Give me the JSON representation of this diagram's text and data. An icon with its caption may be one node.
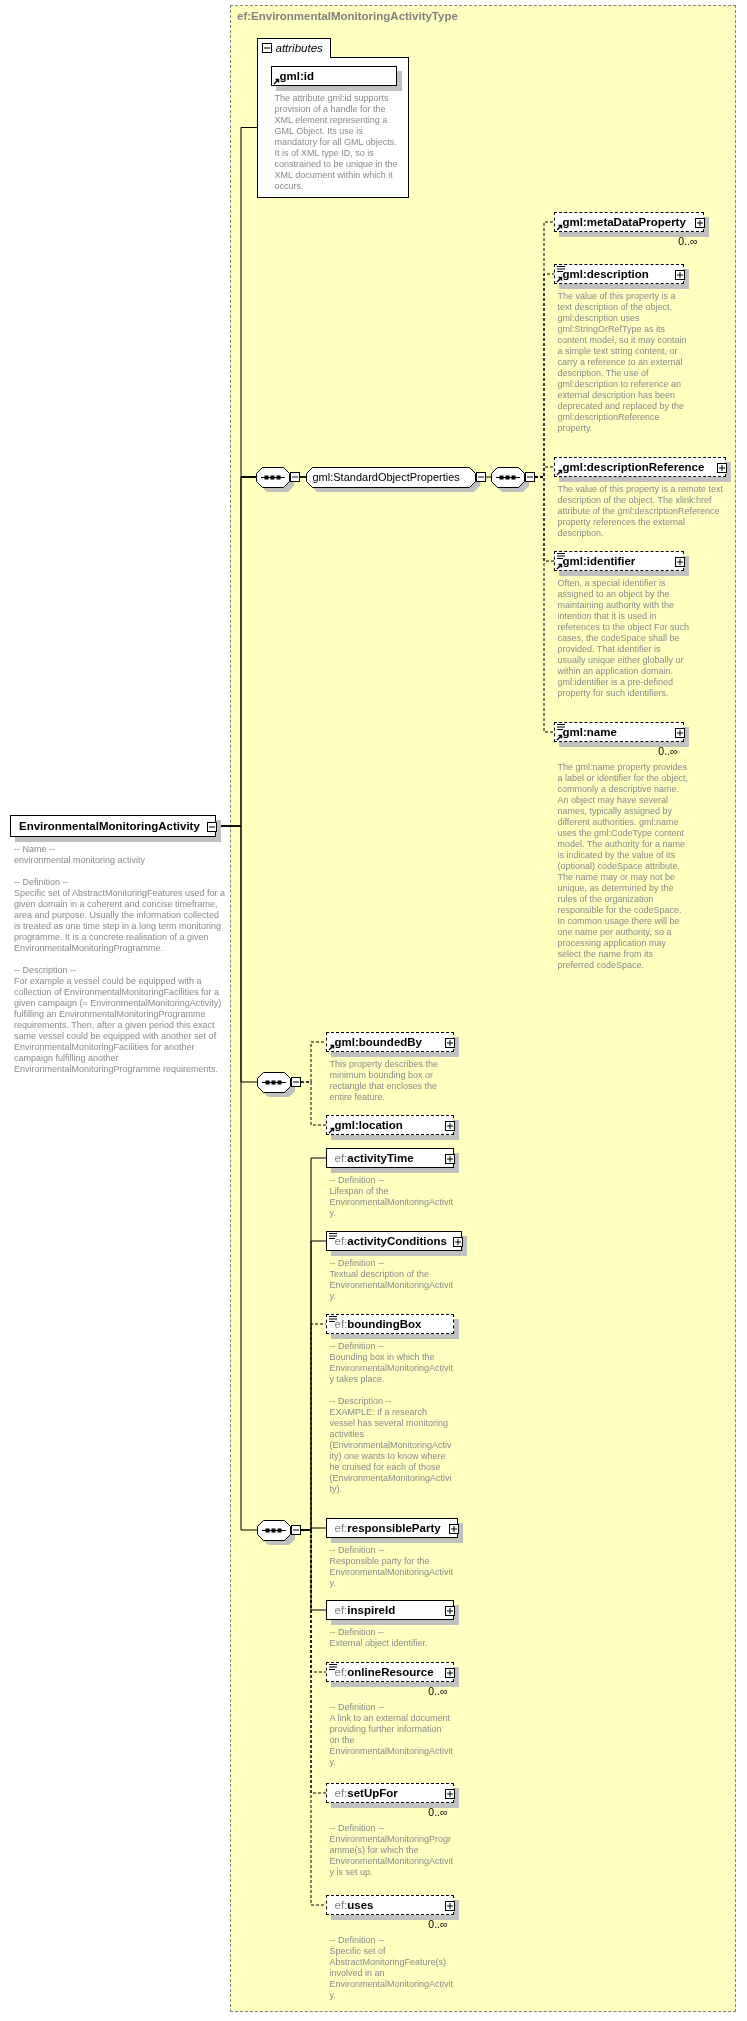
{
  "diagram": {
    "nodes": [
      {
        "text": [
          "EnvironmentalMonitoringActivity"
        ],
        "beside": [
          "-- Name --",
          "environmental monitoring activity",
          "-- Definition --",
          "Specific set of AbstractMonitoringFeatures used for a given domain in a coherent and concise timeframe, area and purpose. Usually the information collected is treated as one time step in a long term monitoring programme. It is a concrete realisation of a given EnvironmentalMonitoringProgramme.",
          "-- Description --",
          "For example a vessel could be equipped with a collection of EnvironmentalMonitoringFacilities for a given campaign (= EnvironmentalMonitoringActivity) fulfilling an EnvironmentalMonitoringProgramme requirements. Then, after a given period this exact same vessel could be equipped with another set of EnvironmentalMonitoringFacilities for another campaign fulfilling another EnvironmentalMonitoringProgramme requirements."
        ]
      },
      {
        "text": [
          "ef:EnvironmentalMonitoringActivityType"
        ]
      },
      {
        "text": [
          "attributes"
        ],
        "in": 1
      },
      {
        "text": [
          "gml:id"
        ],
        "in": 2,
        "beside": [
          "The attribute gml:id supports provision of a handle for the XML element representing a GML Object. Its use is mandatory for all GML objects. It is of XML type ID, so is constrained to be unique in the XML document within which it occurs."
        ]
      },
      {
        "text": [],
        "shape": "octagon",
        "in": 1
      },
      {
        "text": [
          "gml:StandardObjectProperties"
        ],
        "in": 1
      },
      {
        "text": [],
        "shape": "octagon",
        "in": 1
      },
      {
        "text": [
          "gml:metaDataProperty"
        ],
        "in": 1,
        "beside": [
          "0..∞"
        ]
      },
      {
        "text": [
          "gml:description"
        ],
        "in": 1,
        "beside": [
          "The value of this property is a text description of the object. gml:description uses gml:StringOrRefType as its content model, so it may contain a simple text string content, or carry a reference to an external description. The use of gml:description to reference an external description has been deprecated and replaced by the gml:descriptionReference property."
        ]
      },
      {
        "text": [
          "gml:descriptionReference"
        ],
        "in": 1,
        "beside": [
          "The value of this property is a remote text description of the object. The xlink:href attribute of the gml:descriptionReference property references the external description."
        ]
      },
      {
        "text": [
          "gml:identifier"
        ],
        "in": 1,
        "beside": [
          "Often, a special identifier is assigned to an object by the maintaining authority with the intention that it is used in references to the object For such cases, the codeSpace shall be provided. That identifier is usually unique either globally or within an application domain. gml:identifier is a pre-defined property for such identifiers."
        ]
      },
      {
        "text": [
          "gml:name"
        ],
        "in": 1,
        "beside": [
          "0..∞",
          "The gml:name property provides a label or identifier for the object, commonly a descriptive name. An object may have several names, typically assigned by different authorities. gml:name uses the gml:CodeType content model. The authority for a name is indicated by the value of its (optional) codeSpace attribute. The name may or may not be unique, as determined by the rules of the organization responsible for the codeSpace. In common usage there will be one name per authority, so a processing application may select the name from its preferred codeSpace."
        ]
      },
      {
        "text": [],
        "shape": "octagon",
        "in": 1
      },
      {
        "text": [
          "gml:boundedBy"
        ],
        "in": 1,
        "beside": [
          "This property describes the minimum bounding box or rectangle that encloses the entire feature."
        ]
      },
      {
        "text": [
          "gml:location"
        ],
        "in": 1
      },
      {
        "text": [],
        "shape": "octagon",
        "in": 1
      },
      {
        "text": [
          "ef:**activityTime**"
        ],
        "in": 1,
        "beside": [
          "-- Definition --",
          "Lifespan of the EnvironmentalMonitoringActivity."
        ]
      },
      {
        "text": [
          "ef:**activityConditions**"
        ],
        "in": 1,
        "beside": [
          "-- Definition --",
          "Textual description of the EnvironmentalMonitoringActivity."
        ]
      },
      {
        "text": [
          "ef:**boundingBox**"
        ],
        "in": 1,
        "beside": [
          "-- Definition --",
          "Bounding box in which the EnvironmentalMonitoringActivity takes place.",
          "-- Description --",
          "EXAMPLE: If a research vessel has several monitoring activities (EnvironmentalMonitoringActivity) one wants to know where he cruised for each of those (EnvironmentaMonitoringActivity)."
        ]
      },
      {
        "text": [
          "ef:**responsibleParty**"
        ],
        "in": 1,
        "beside": [
          "-- Definition --",
          "Responsible party for the EnvironmentalMonitoringActivity."
        ]
      },
      {
        "text": [
          "ef:**inspireId**"
        ],
        "in": 1,
        "beside": [
          "-- Definition --",
          "External object identifier."
        ]
      },
      {
        "text": [
          "ef:**onlineResource**"
        ],
        "in": 1,
        "beside": [
          "0..∞",
          "-- Definition --",
          "A link to an external document providing further information on the EnvironmentalMonitoringActivity."
        ]
      },
      {
        "text": [
          "ef:**setUpFor**"
        ],
        "in": 1,
        "beside": [
          "0..∞",
          "-- Definition --",
          "EnvironmentalMonitoringProgramme(s) for which the EnvironmentalMonitoringActivity is set up."
        ]
      },
      {
        "text": [
          "ef:**uses**"
        ],
        "in": 1,
        "beside": [
          "0..∞",
          "-- Definition --",
          "Specific set of AbstractMonitoringFeature(s) involved in an EnvironmentalMonitoringActivity."
        ]
      }
    ],
    "edges": [
      {
        "from": 0,
        "to": 2,
        "arrow": "none"
      },
      {
        "from": 0,
        "to": 4,
        "arrow": "none"
      },
      {
        "from": 0,
        "to": 12,
        "arrow": "none"
      },
      {
        "from": 0,
        "to": 15,
        "arrow": "none"
      },
      {
        "from": 4,
        "to": 5,
        "arrow": "none"
      },
      {
        "from": 5,
        "to": 6,
        "arrow": "none"
      },
      {
        "from": 6,
        "to": 7,
        "arrow": "none",
        "style": "dashed"
      },
      {
        "from": 6,
        "to": 8,
        "arrow": "none",
        "style": "dashed"
      },
      {
        "from": 6,
        "to": 9,
        "arrow": "none",
        "style": "dashed"
      },
      {
        "from": 6,
        "to": 10,
        "arrow": "none",
        "style": "dashed"
      },
      {
        "from": 6,
        "to": 11,
        "arrow": "none",
        "style": "dashed"
      },
      {
        "from": 12,
        "to": 13,
        "arrow": "none",
        "style": "dashed"
      },
      {
        "from": 12,
        "to": 14,
        "arrow": "none",
        "style": "dashed"
      },
      {
        "from": 15,
        "to": 16,
        "arrow": "none"
      },
      {
        "from": 15,
        "to": 17,
        "arrow": "none"
      },
      {
        "from": 15,
        "to": 18,
        "arrow": "none",
        "style": "dashed"
      },
      {
        "from": 15,
        "to": 19,
        "arrow": "none"
      },
      {
        "from": 15,
        "to": 20,
        "arrow": "none"
      },
      {
        "from": 15,
        "to": 21,
        "arrow": "none",
        "style": "dashed"
      },
      {
        "from": 15,
        "to": 22,
        "arrow": "none",
        "style": "dashed"
      },
      {
        "from": 15,
        "to": 23,
        "arrow": "none",
        "style": "dashed"
      }
    ]
  }
}
